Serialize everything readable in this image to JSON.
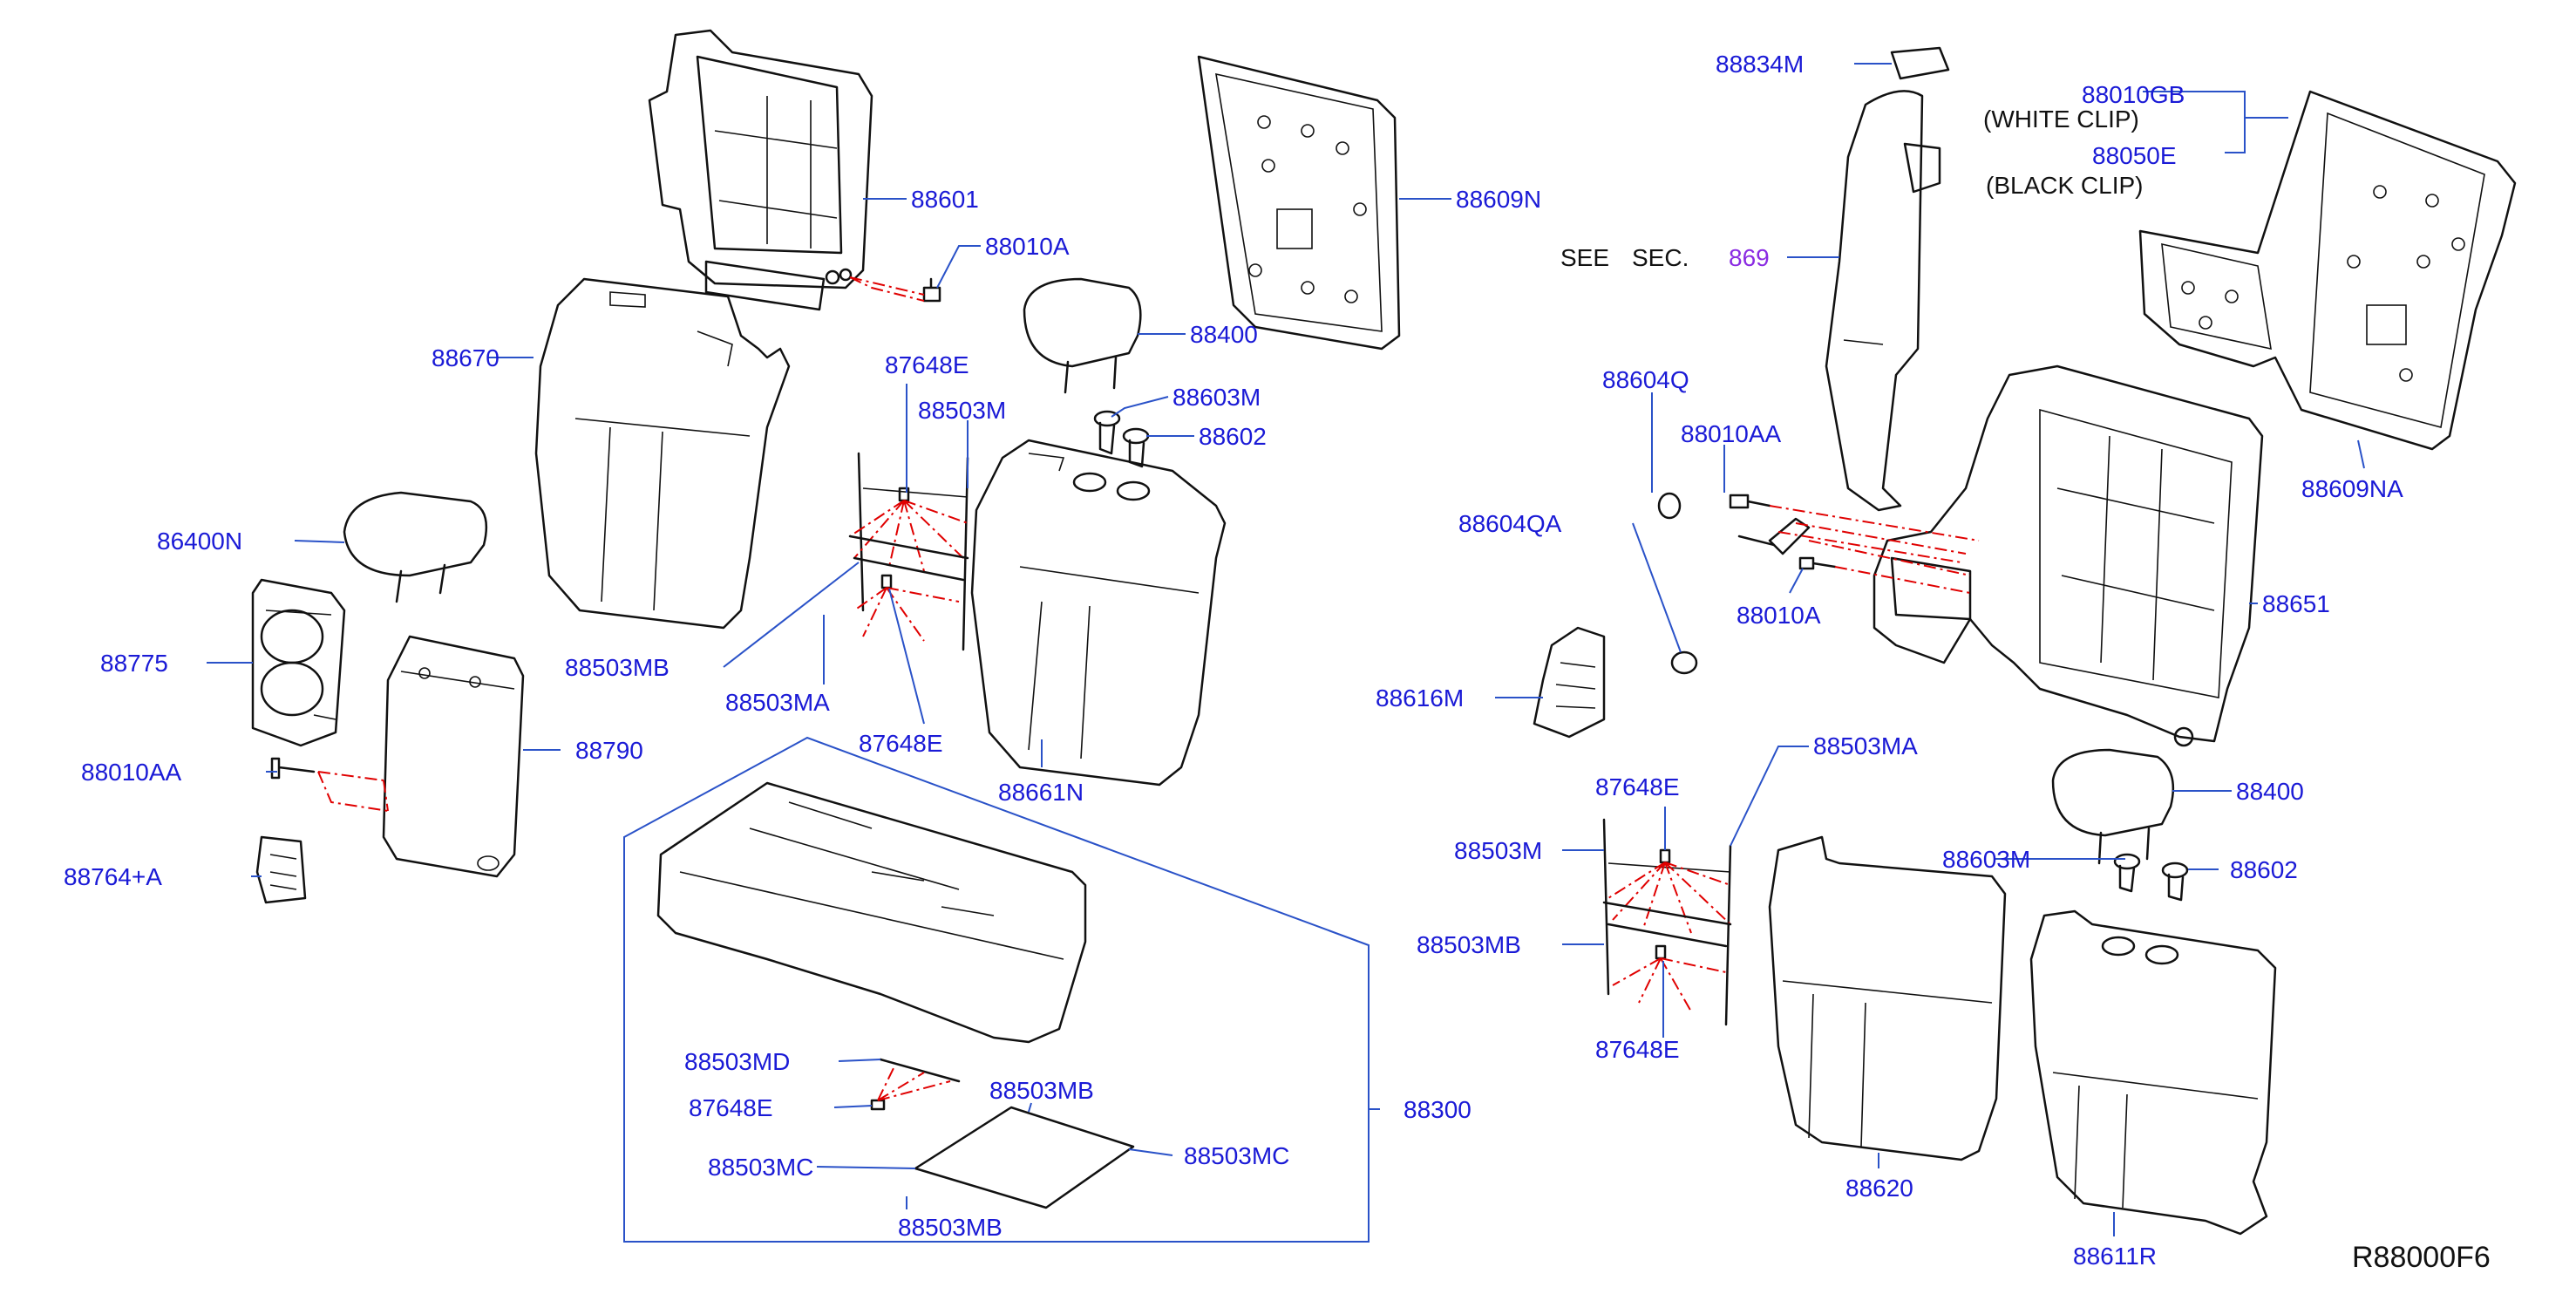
{
  "diagram_code": "R88000F6",
  "see_section": {
    "see": "SEE",
    "sec": "SEC.",
    "number": "869"
  },
  "clip_notes": {
    "white": "(WHITE    CLIP)",
    "black": "(BLACK    CLIP)"
  },
  "colors": {
    "label": "#1a1ad6",
    "leader": "#2a52c8",
    "phantom": "#e00000",
    "link": "#8a2be2"
  },
  "labels": {
    "p88601": "88601",
    "p88010A_l": "88010A",
    "p88609N": "88609N",
    "p88670": "88670",
    "p88400_l": "88400",
    "p87648E_l1": "87648E",
    "p88503M_l": "88503M",
    "p88603M_l": "88603M",
    "p88602_l": "88602",
    "p86400N": "86400N",
    "p88775": "88775",
    "p88503MB_l": "88503MB",
    "p88503MA_l": "88503MA",
    "p87648E_l2": "87648E",
    "p88661N": "88661N",
    "p88790": "88790",
    "p88010AA_l": "88010AA",
    "p88764A": "88764+A",
    "p88503MD": "88503MD",
    "p87648E_c": "87648E",
    "p88503MB_c1": "88503MB",
    "p88503MC_c1": "88503MC",
    "p88503MC_c2": "88503MC",
    "p88503MB_c2": "88503MB",
    "p88300": "88300",
    "p88834M": "88834M",
    "p88010GB": "88010GB",
    "p88050E": "88050E",
    "p88604Q": "88604Q",
    "p88010AA_r": "88010AA",
    "p88604QA": "88604QA",
    "p88010A_r": "88010A",
    "p88609NA": "88609NA",
    "p88651": "88651",
    "p88616M": "88616M",
    "p88503MA_r": "88503MA",
    "p87648E_r1": "87648E",
    "p88400_r": "88400",
    "p88503M_r": "88503M",
    "p88603M_r": "88603M",
    "p88602_r": "88602",
    "p88503MB_r": "88503MB",
    "p87648E_r2": "87648E",
    "p88620": "88620",
    "p88611R": "88611R"
  }
}
